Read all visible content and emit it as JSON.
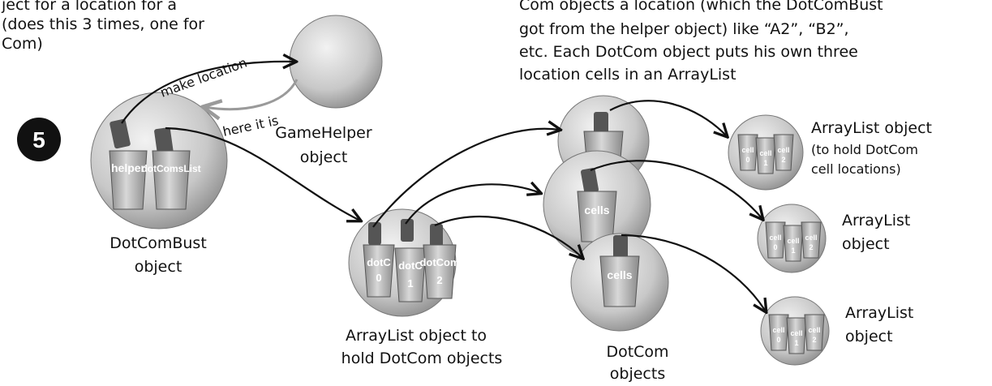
{
  "intro_left": {
    "lines": [
      "ject for a location for a",
      "(does this 3 times, one for",
      "Com)"
    ]
  },
  "intro_right": {
    "lines": [
      "Com objects a location (which the DotComBust",
      "got from the helper object) like “A2”, “B2”,",
      "etc.  Each DotCom object puts his own three",
      "location cells in an ArrayList"
    ]
  },
  "step_badge": "5",
  "arrow_labels": {
    "make_location": "make location",
    "here_it_is": "here it is"
  },
  "objects": {
    "game_helper": {
      "caption": [
        "GameHelper",
        "object"
      ]
    },
    "dotcombust": {
      "caption": [
        "DotComBust",
        "object"
      ],
      "cups": [
        "helper",
        "dotComsList"
      ]
    },
    "arraylist_dotcoms": {
      "caption": [
        "ArrayList object to",
        "hold DotCom objects"
      ],
      "cups": [
        [
          "dotC",
          "0"
        ],
        [
          "dotC",
          "1"
        ],
        [
          "dotCom",
          "2"
        ]
      ]
    },
    "dotcoms": {
      "caption": [
        "DotCom",
        "objects"
      ],
      "cup_label": "cells"
    },
    "arraylist_1": {
      "caption": [
        "ArrayList object",
        "(to hold DotCom",
        "cell locations)"
      ]
    },
    "arraylist_2": {
      "caption": [
        "ArrayList",
        "object"
      ]
    },
    "arraylist_3": {
      "caption": [
        "ArrayList",
        "object"
      ]
    },
    "cell_labels": [
      [
        "cell",
        "0"
      ],
      [
        "cell",
        "1"
      ],
      [
        "cell",
        "2"
      ]
    ]
  },
  "colors": {
    "bubble": "#c9c9c9",
    "cup": "#b5b5b5",
    "badge": "#111111"
  }
}
